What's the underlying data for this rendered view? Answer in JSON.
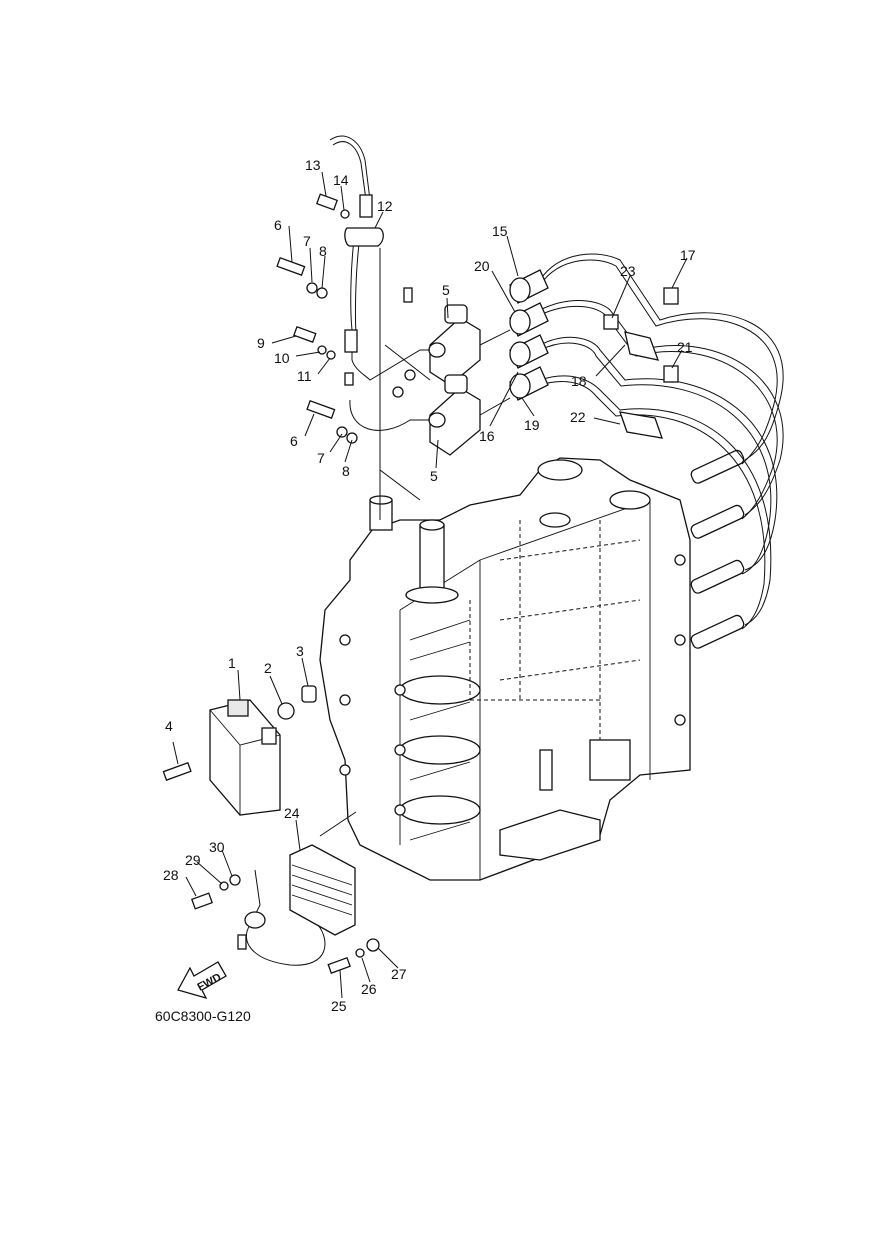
{
  "diagram": {
    "code": "60C8300-G120",
    "fwd": "FWD",
    "callouts": [
      {
        "id": "c1",
        "label": "1"
      },
      {
        "id": "c2",
        "label": "2"
      },
      {
        "id": "c3",
        "label": "3"
      },
      {
        "id": "c4",
        "label": "4"
      },
      {
        "id": "c5a",
        "label": "5"
      },
      {
        "id": "c5b",
        "label": "5"
      },
      {
        "id": "c6a",
        "label": "6"
      },
      {
        "id": "c6b",
        "label": "6"
      },
      {
        "id": "c7a",
        "label": "7"
      },
      {
        "id": "c7b",
        "label": "7"
      },
      {
        "id": "c8a",
        "label": "8"
      },
      {
        "id": "c8b",
        "label": "8"
      },
      {
        "id": "c9",
        "label": "9"
      },
      {
        "id": "c10",
        "label": "10"
      },
      {
        "id": "c11",
        "label": "11"
      },
      {
        "id": "c12",
        "label": "12"
      },
      {
        "id": "c13",
        "label": "13"
      },
      {
        "id": "c14",
        "label": "14"
      },
      {
        "id": "c15",
        "label": "15"
      },
      {
        "id": "c16",
        "label": "16"
      },
      {
        "id": "c17",
        "label": "17"
      },
      {
        "id": "c18",
        "label": "18"
      },
      {
        "id": "c19",
        "label": "19"
      },
      {
        "id": "c20",
        "label": "20"
      },
      {
        "id": "c21",
        "label": "21"
      },
      {
        "id": "c22",
        "label": "22"
      },
      {
        "id": "c23",
        "label": "23"
      },
      {
        "id": "c24",
        "label": "24"
      },
      {
        "id": "c25",
        "label": "25"
      },
      {
        "id": "c26",
        "label": "26"
      },
      {
        "id": "c27",
        "label": "27"
      },
      {
        "id": "c28",
        "label": "28"
      },
      {
        "id": "c29",
        "label": "29"
      },
      {
        "id": "c30",
        "label": "30"
      }
    ]
  }
}
